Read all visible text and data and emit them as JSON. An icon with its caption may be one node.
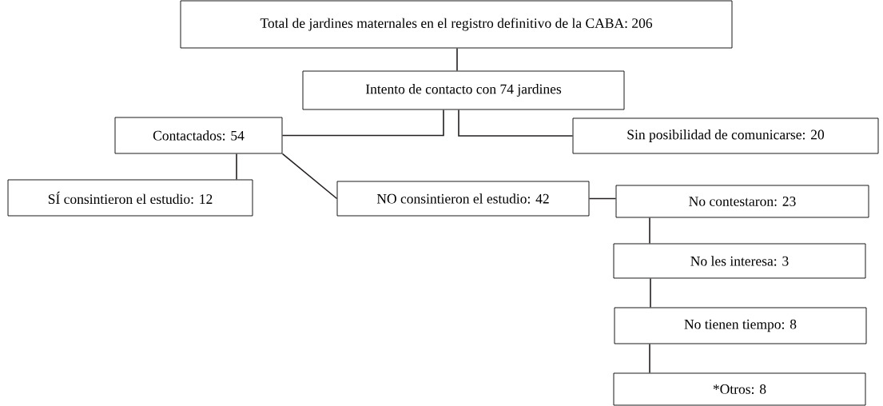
{
  "diagram": {
    "nodes": [
      {
        "text": [
          "Total de jardines maternales en el registro definitivo de la CABA: 206"
        ]
      },
      {
        "text": [
          "Intento de contacto con 74 jardines"
        ]
      },
      {
        "text": [
          "Contactados: 54"
        ]
      },
      {
        "text": [
          "Sin posibilidad de comunicarse: 20"
        ]
      },
      {
        "text": [
          "SÍ consintieron el estudio: 12"
        ]
      },
      {
        "text": [
          "NO consintieron el estudio: 42"
        ]
      },
      {
        "text": [
          "No contestaron: 23"
        ]
      },
      {
        "text": [
          "No les interesa: 3"
        ]
      },
      {
        "text": [
          "No tienen tiempo: 8"
        ]
      },
      {
        "text": [
          "*Otros: 8"
        ]
      }
    ],
    "edges": [
      {
        "from": 0,
        "to": 1,
        "arrow": "none"
      },
      {
        "from": 1,
        "to": 2,
        "arrow": "none"
      },
      {
        "from": 1,
        "to": 3,
        "arrow": "none"
      },
      {
        "from": 2,
        "to": 4,
        "arrow": "none"
      },
      {
        "from": 2,
        "to": 5,
        "arrow": "none"
      },
      {
        "from": 5,
        "to": 6,
        "arrow": "none"
      },
      {
        "from": 6,
        "to": 7,
        "arrow": "none"
      },
      {
        "from": 7,
        "to": 8,
        "arrow": "none"
      },
      {
        "from": 8,
        "to": 9,
        "arrow": "none"
      }
    ]
  }
}
